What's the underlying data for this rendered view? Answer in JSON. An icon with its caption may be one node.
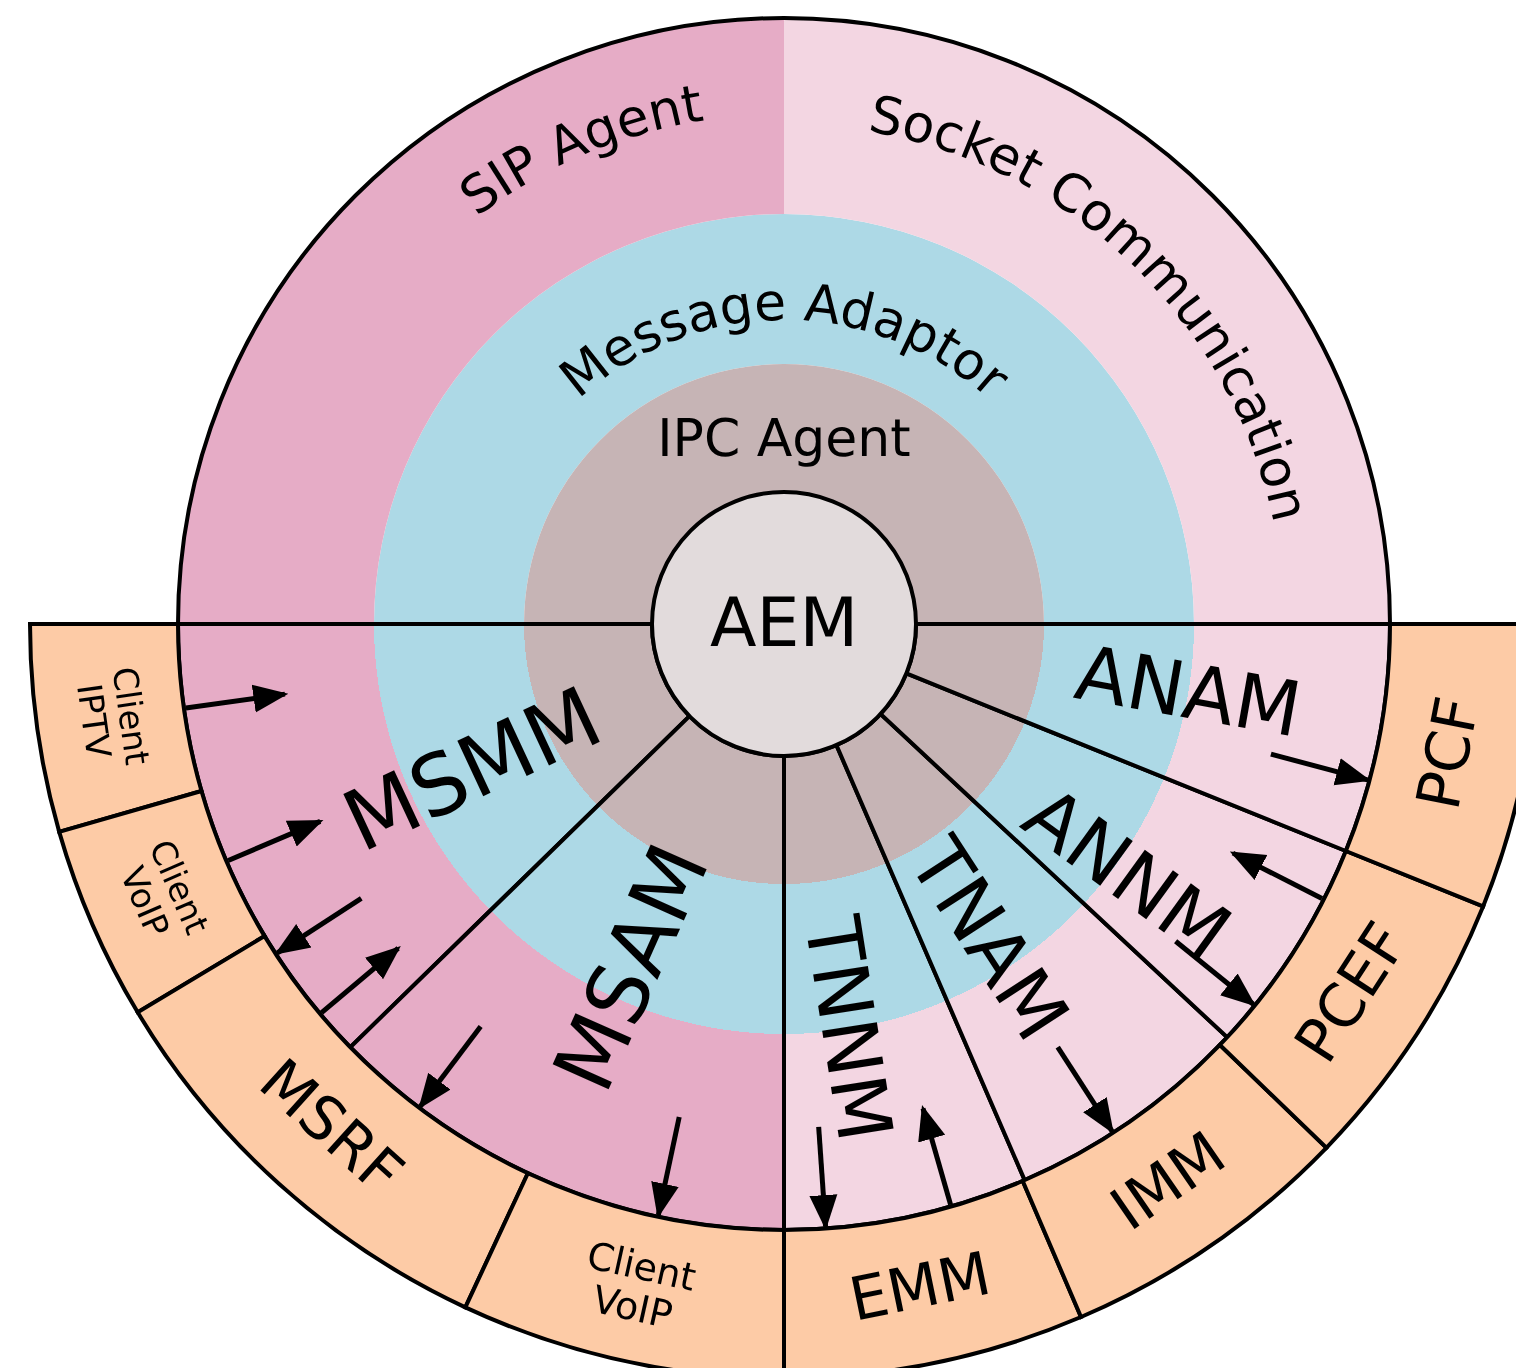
{
  "diagram": {
    "nodes": [
      {
        "text": [
          "AEM"
        ]
      },
      {
        "text": [
          "IPC Agent"
        ]
      },
      {
        "text": [
          "Message Adaptor"
        ]
      },
      {
        "text": [
          "SIP Agent"
        ]
      },
      {
        "text": [
          "Socket Communication"
        ]
      },
      {
        "text": [
          "MSMM"
        ]
      },
      {
        "text": [
          "MSAM"
        ]
      },
      {
        "text": [
          "TNNM"
        ]
      },
      {
        "text": [
          "TNAM"
        ]
      },
      {
        "text": [
          "ANNM"
        ]
      },
      {
        "text": [
          "ANAM"
        ]
      },
      {
        "text": [
          "Client IPTV"
        ]
      },
      {
        "text": [
          "Client VoIP"
        ]
      },
      {
        "text": [
          "MSRF"
        ]
      },
      {
        "text": [
          "Client VoIP"
        ]
      },
      {
        "text": [
          "EMM"
        ]
      },
      {
        "text": [
          "IMM"
        ]
      },
      {
        "text": [
          "PCEF"
        ]
      },
      {
        "text": [
          "PCF"
        ]
      }
    ],
    "edges": [
      {
        "from": 11,
        "to": 5,
        "arrow": "to"
      },
      {
        "from": 12,
        "to": 5,
        "arrow": "to"
      },
      {
        "from": 5,
        "to": 13,
        "arrow": "to"
      },
      {
        "from": 13,
        "to": 5,
        "arrow": "to"
      },
      {
        "from": 6,
        "to": 13,
        "arrow": "to"
      },
      {
        "from": 6,
        "to": 14,
        "arrow": "to"
      },
      {
        "from": 7,
        "to": 15,
        "arrow": "to"
      },
      {
        "from": 15,
        "to": 7,
        "arrow": "to"
      },
      {
        "from": 8,
        "to": 16,
        "arrow": "to"
      },
      {
        "from": 9,
        "to": 17,
        "arrow": "to"
      },
      {
        "from": 17,
        "to": 9,
        "arrow": "to"
      },
      {
        "from": 10,
        "to": 18,
        "arrow": "to"
      }
    ]
  }
}
